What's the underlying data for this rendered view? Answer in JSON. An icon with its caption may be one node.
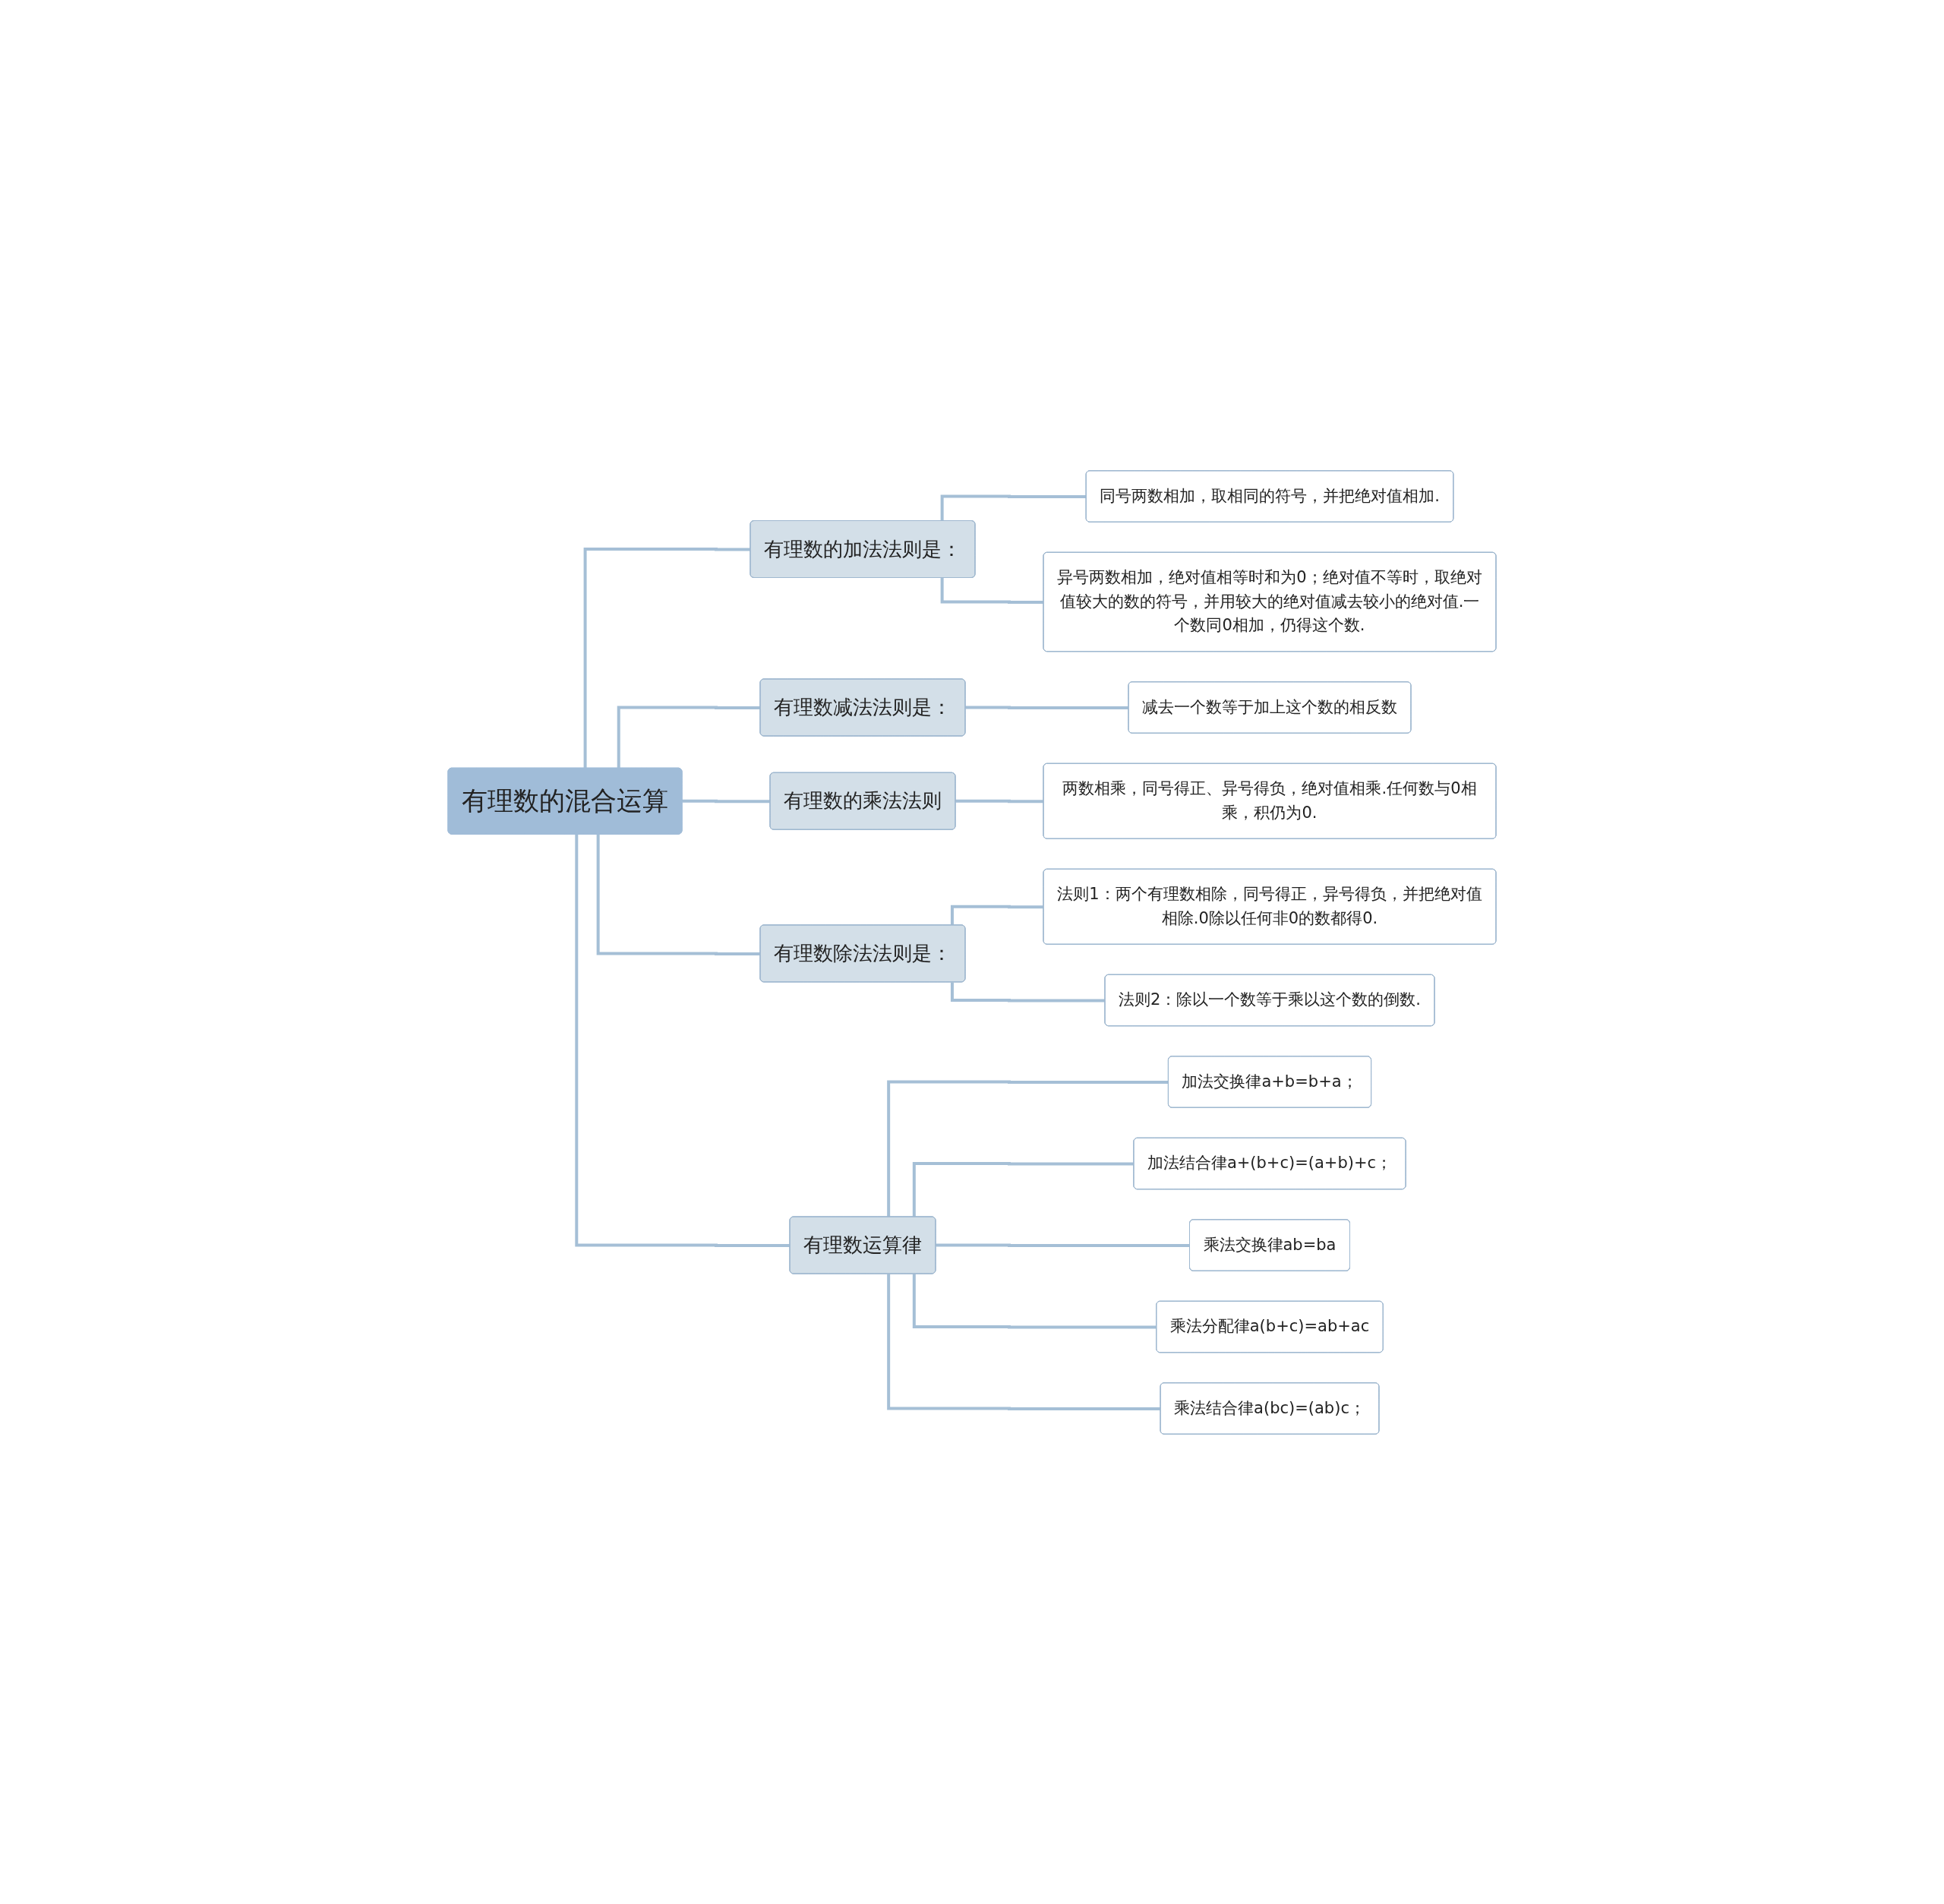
{
  "diagram": {
    "nodes": [
      {
        "text": [
          "有理数的混合运算"
        ]
      },
      {
        "text": [
          "有理数的加法法则是："
        ]
      },
      {
        "text": [
          "同号两数相加，取相同的符号，并把绝对值相加."
        ]
      },
      {
        "text": [
          "异号两数相加，绝对值相等时和为0；绝对值不等时，取绝对值较大的数的符号，并用较大的绝对值减去较小的绝对值.一个数同0相加，仍得这个数."
        ]
      },
      {
        "text": [
          "有理数减法法则是："
        ]
      },
      {
        "text": [
          "减去一个数等于加上这个数的相反数"
        ]
      },
      {
        "text": [
          "有理数的乘法法则"
        ]
      },
      {
        "text": [
          "两数相乘，同号得正、异号得负，绝对值相乘.任何数与0相乘，积仍为0."
        ]
      },
      {
        "text": [
          "有理数除法法则是："
        ]
      },
      {
        "text": [
          "法则1：两个有理数相除，同号得正，异号得负，并把绝对值相除.0除以任何非0的数都得0."
        ]
      },
      {
        "text": [
          "法则2：除以一个数等于乘以这个数的倒数."
        ]
      },
      {
        "text": [
          "有理数运算律"
        ]
      },
      {
        "text": [
          "加法交换律a+b=b+a；"
        ]
      },
      {
        "text": [
          "加法结合律a+(b+c)=(a+b)+c；"
        ]
      },
      {
        "text": [
          "乘法交换律ab=ba"
        ]
      },
      {
        "text": [
          "乘法分配律a(b+c)=ab+ac"
        ]
      },
      {
        "text": [
          "乘法结合律a(bc)=(ab)c；"
        ]
      }
    ],
    "edges": [
      {
        "from": 0,
        "to": 1,
        "arrow": "none"
      },
      {
        "from": 1,
        "to": 2,
        "arrow": "none"
      },
      {
        "from": 1,
        "to": 3,
        "arrow": "none"
      },
      {
        "from": 0,
        "to": 4,
        "arrow": "none"
      },
      {
        "from": 4,
        "to": 5,
        "arrow": "none"
      },
      {
        "from": 0,
        "to": 6,
        "arrow": "none"
      },
      {
        "from": 6,
        "to": 7,
        "arrow": "none"
      },
      {
        "from": 0,
        "to": 8,
        "arrow": "none"
      },
      {
        "from": 8,
        "to": 9,
        "arrow": "none"
      },
      {
        "from": 8,
        "to": 10,
        "arrow": "none"
      },
      {
        "from": 0,
        "to": 11,
        "arrow": "none"
      },
      {
        "from": 11,
        "to": 12,
        "arrow": "none"
      },
      {
        "from": 11,
        "to": 13,
        "arrow": "none"
      },
      {
        "from": 11,
        "to": 14,
        "arrow": "none"
      },
      {
        "from": 11,
        "to": 15,
        "arrow": "none"
      },
      {
        "from": 11,
        "to": 16,
        "arrow": "none"
      }
    ]
  }
}
